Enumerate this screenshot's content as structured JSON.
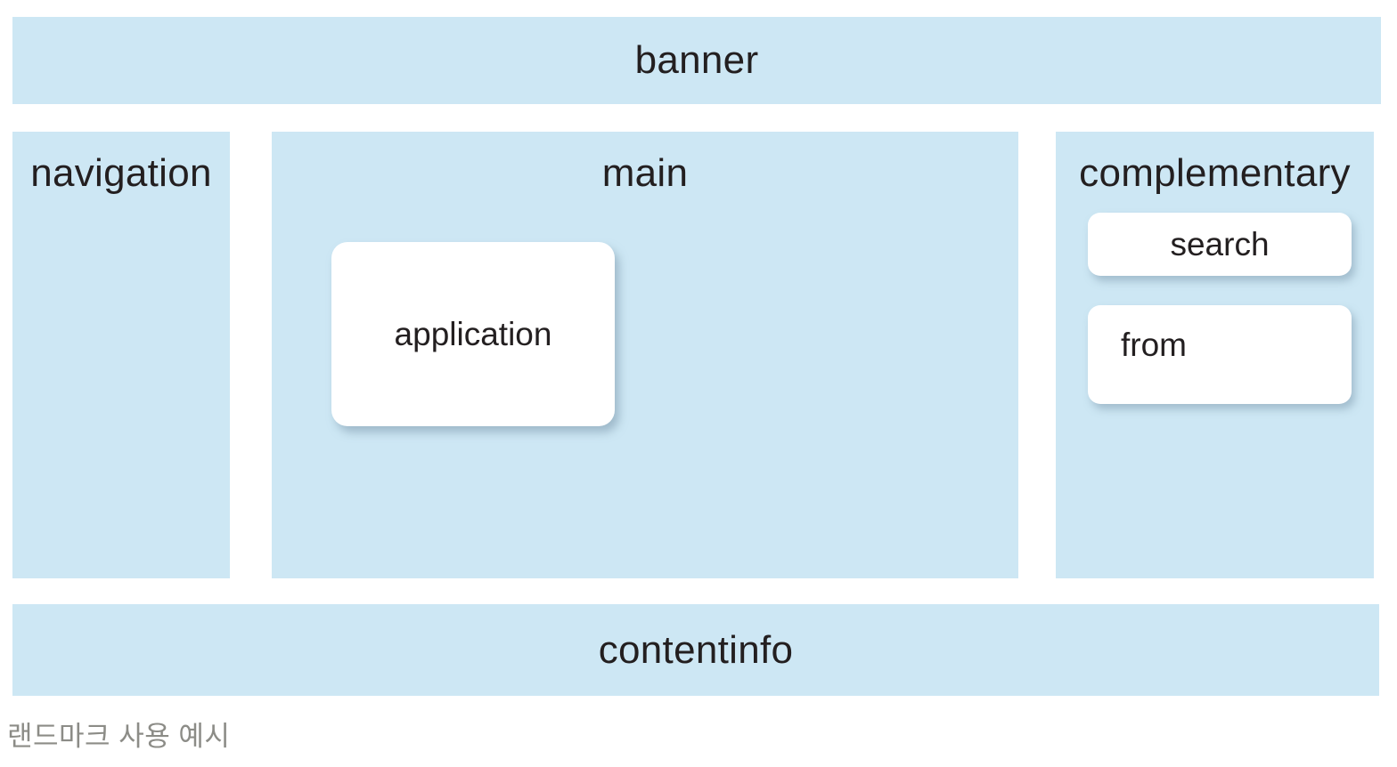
{
  "page": {
    "caption": "랜드마크 사용 예시"
  },
  "colors": {
    "region_bg": "#cde7f4",
    "box_bg": "#ffffff",
    "label_text": "#231f20",
    "caption_text": "#8c8c87",
    "shadow": "rgba(122,150,170,0.55)"
  },
  "regions": {
    "banner": {
      "label": "banner"
    },
    "navigation": {
      "label": "navigation"
    },
    "main": {
      "label": "main"
    },
    "complementary": {
      "label": "complementary"
    },
    "contentinfo": {
      "label": "contentinfo"
    }
  },
  "widgets": {
    "application": {
      "label": "application"
    },
    "search": {
      "label": "search"
    },
    "from": {
      "label": "from"
    }
  }
}
